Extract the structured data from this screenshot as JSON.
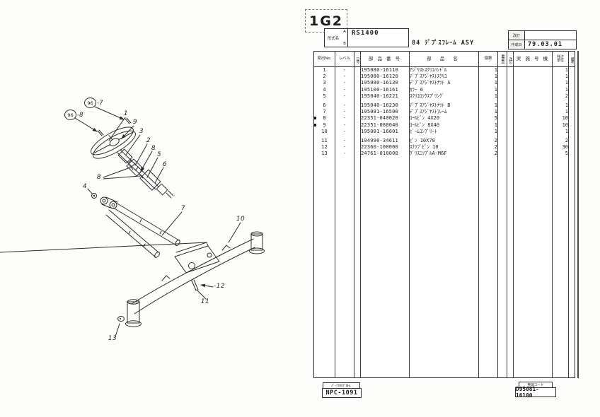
{
  "page": {
    "section_code": "1G2",
    "model_label": "形式名",
    "model_variant_a": "A",
    "model_variant_b": "B",
    "model_value": "RS1400",
    "title": "84  ﾃﾞﾌﾟｽﾌﾚｰﾑ ASY",
    "revision_label": "改訂",
    "revision_value": "",
    "date_label": "作成日",
    "date_value": "79.03.01",
    "catalog_no_label": "ﾊﾟｰﾂｶﾀﾛｸﾞNo.",
    "catalog_no_value": "NPC-1091",
    "code_label": "整理コード",
    "code_value": "D95081-16100"
  },
  "table": {
    "headers": {
      "no": "見出No.",
      "level": "レベル",
      "sym": "記号",
      "part_no": "部 品 番 号",
      "name": "部  品  名",
      "qty": "個数",
      "req": "要部品",
      "rev": "改訂",
      "serial": "実 施 号 機",
      "unit_top": "発注",
      "unit_bottom": "単位",
      "note": "備考"
    },
    "groups": [
      [
        {
          "no": "1",
          "level": "-",
          "part_no": "195080-16110",
          "name": "ｱｼﾞﾔｽﾄｽｸﾘﾕﾊﾝﾄﾞﾙ",
          "qty": "1",
          "unit": "1",
          "mark": false
        },
        {
          "no": "2",
          "level": "-",
          "part_no": "195080-16120",
          "name": "ﾃﾞﾌﾟｽｱｼﾞﾔｽﾄｽｸﾘﾕ",
          "qty": "1",
          "unit": "1",
          "mark": false
        },
        {
          "no": "3",
          "level": "-",
          "part_no": "195080-16130",
          "name": "ﾃﾞﾌﾟｽｱｼﾞﾔｽﾄﾅﾂﾄ A",
          "qty": "1",
          "unit": "1",
          "mark": false
        },
        {
          "no": "4",
          "level": "-",
          "part_no": "195100-16161",
          "name": "ｶﾗｰ 6",
          "qty": "1",
          "unit": "1",
          "mark": false
        },
        {
          "no": "5",
          "level": "-",
          "part_no": "195040-16221",
          "name": "ｽｸﾘﾕﾛﾂｸｽﾌﾟﾘﾝｸﾞ",
          "qty": "1",
          "unit": "2",
          "mark": false
        }
      ],
      [
        {
          "no": "6",
          "level": "-",
          "part_no": "195040-16230",
          "name": "ﾃﾞﾌﾟｽｱｼﾞﾔｽﾄﾅﾂﾄ B",
          "qty": "1",
          "unit": "1",
          "mark": false
        },
        {
          "no": "7",
          "level": "-",
          "part_no": "195081-16500",
          "name": "ﾃﾞﾌﾟｽｱｼﾞﾔｽﾄﾌﾚｰﾑ",
          "qty": "1",
          "unit": "1",
          "mark": false
        },
        {
          "no": "8",
          "level": "-",
          "part_no": "22351-040020",
          "name": "ﾛｰﾙﾋﾟﾝ 4X20",
          "qty": "5",
          "unit": "10",
          "mark": true
        },
        {
          "no": "9",
          "level": "-",
          "part_no": "22351-080040",
          "name": "ﾛｰﾙﾋﾟﾝ 8X40",
          "qty": "1",
          "unit": "10",
          "mark": true
        },
        {
          "no": "10",
          "level": "-",
          "part_no": "195081-16601",
          "name": "ﾋﾞｰﾑｺﾝﾌﾟﾘｰﾄ",
          "qty": "1",
          "unit": "1",
          "mark": false
        }
      ],
      [
        {
          "no": "11",
          "level": "-",
          "part_no": "194990-34611",
          "name": "ﾋﾟﾝ 10X70",
          "qty": "2",
          "unit": "2",
          "mark": false
        },
        {
          "no": "12",
          "level": "-",
          "part_no": "22360-100000",
          "name": "ｽﾅﾂﾌﾟﾋﾟﾝ 10",
          "qty": "2",
          "unit": "30",
          "mark": false
        },
        {
          "no": "13",
          "level": "-",
          "part_no": "24761-010000",
          "name": "ｸﾞﾘｽﾆﾂﾌﾟﾙA-M6F",
          "qty": "2",
          "unit": "5",
          "mark": false
        }
      ]
    ]
  },
  "diagram": {
    "circled": [
      {
        "num": "96",
        "suffix": "-7"
      },
      {
        "num": "96",
        "suffix": "-8"
      }
    ],
    "callouts": [
      "1",
      "9",
      "3",
      "2",
      "8",
      "5",
      "6",
      "8",
      "4",
      "7",
      "10",
      "-12",
      "11",
      "13"
    ]
  }
}
